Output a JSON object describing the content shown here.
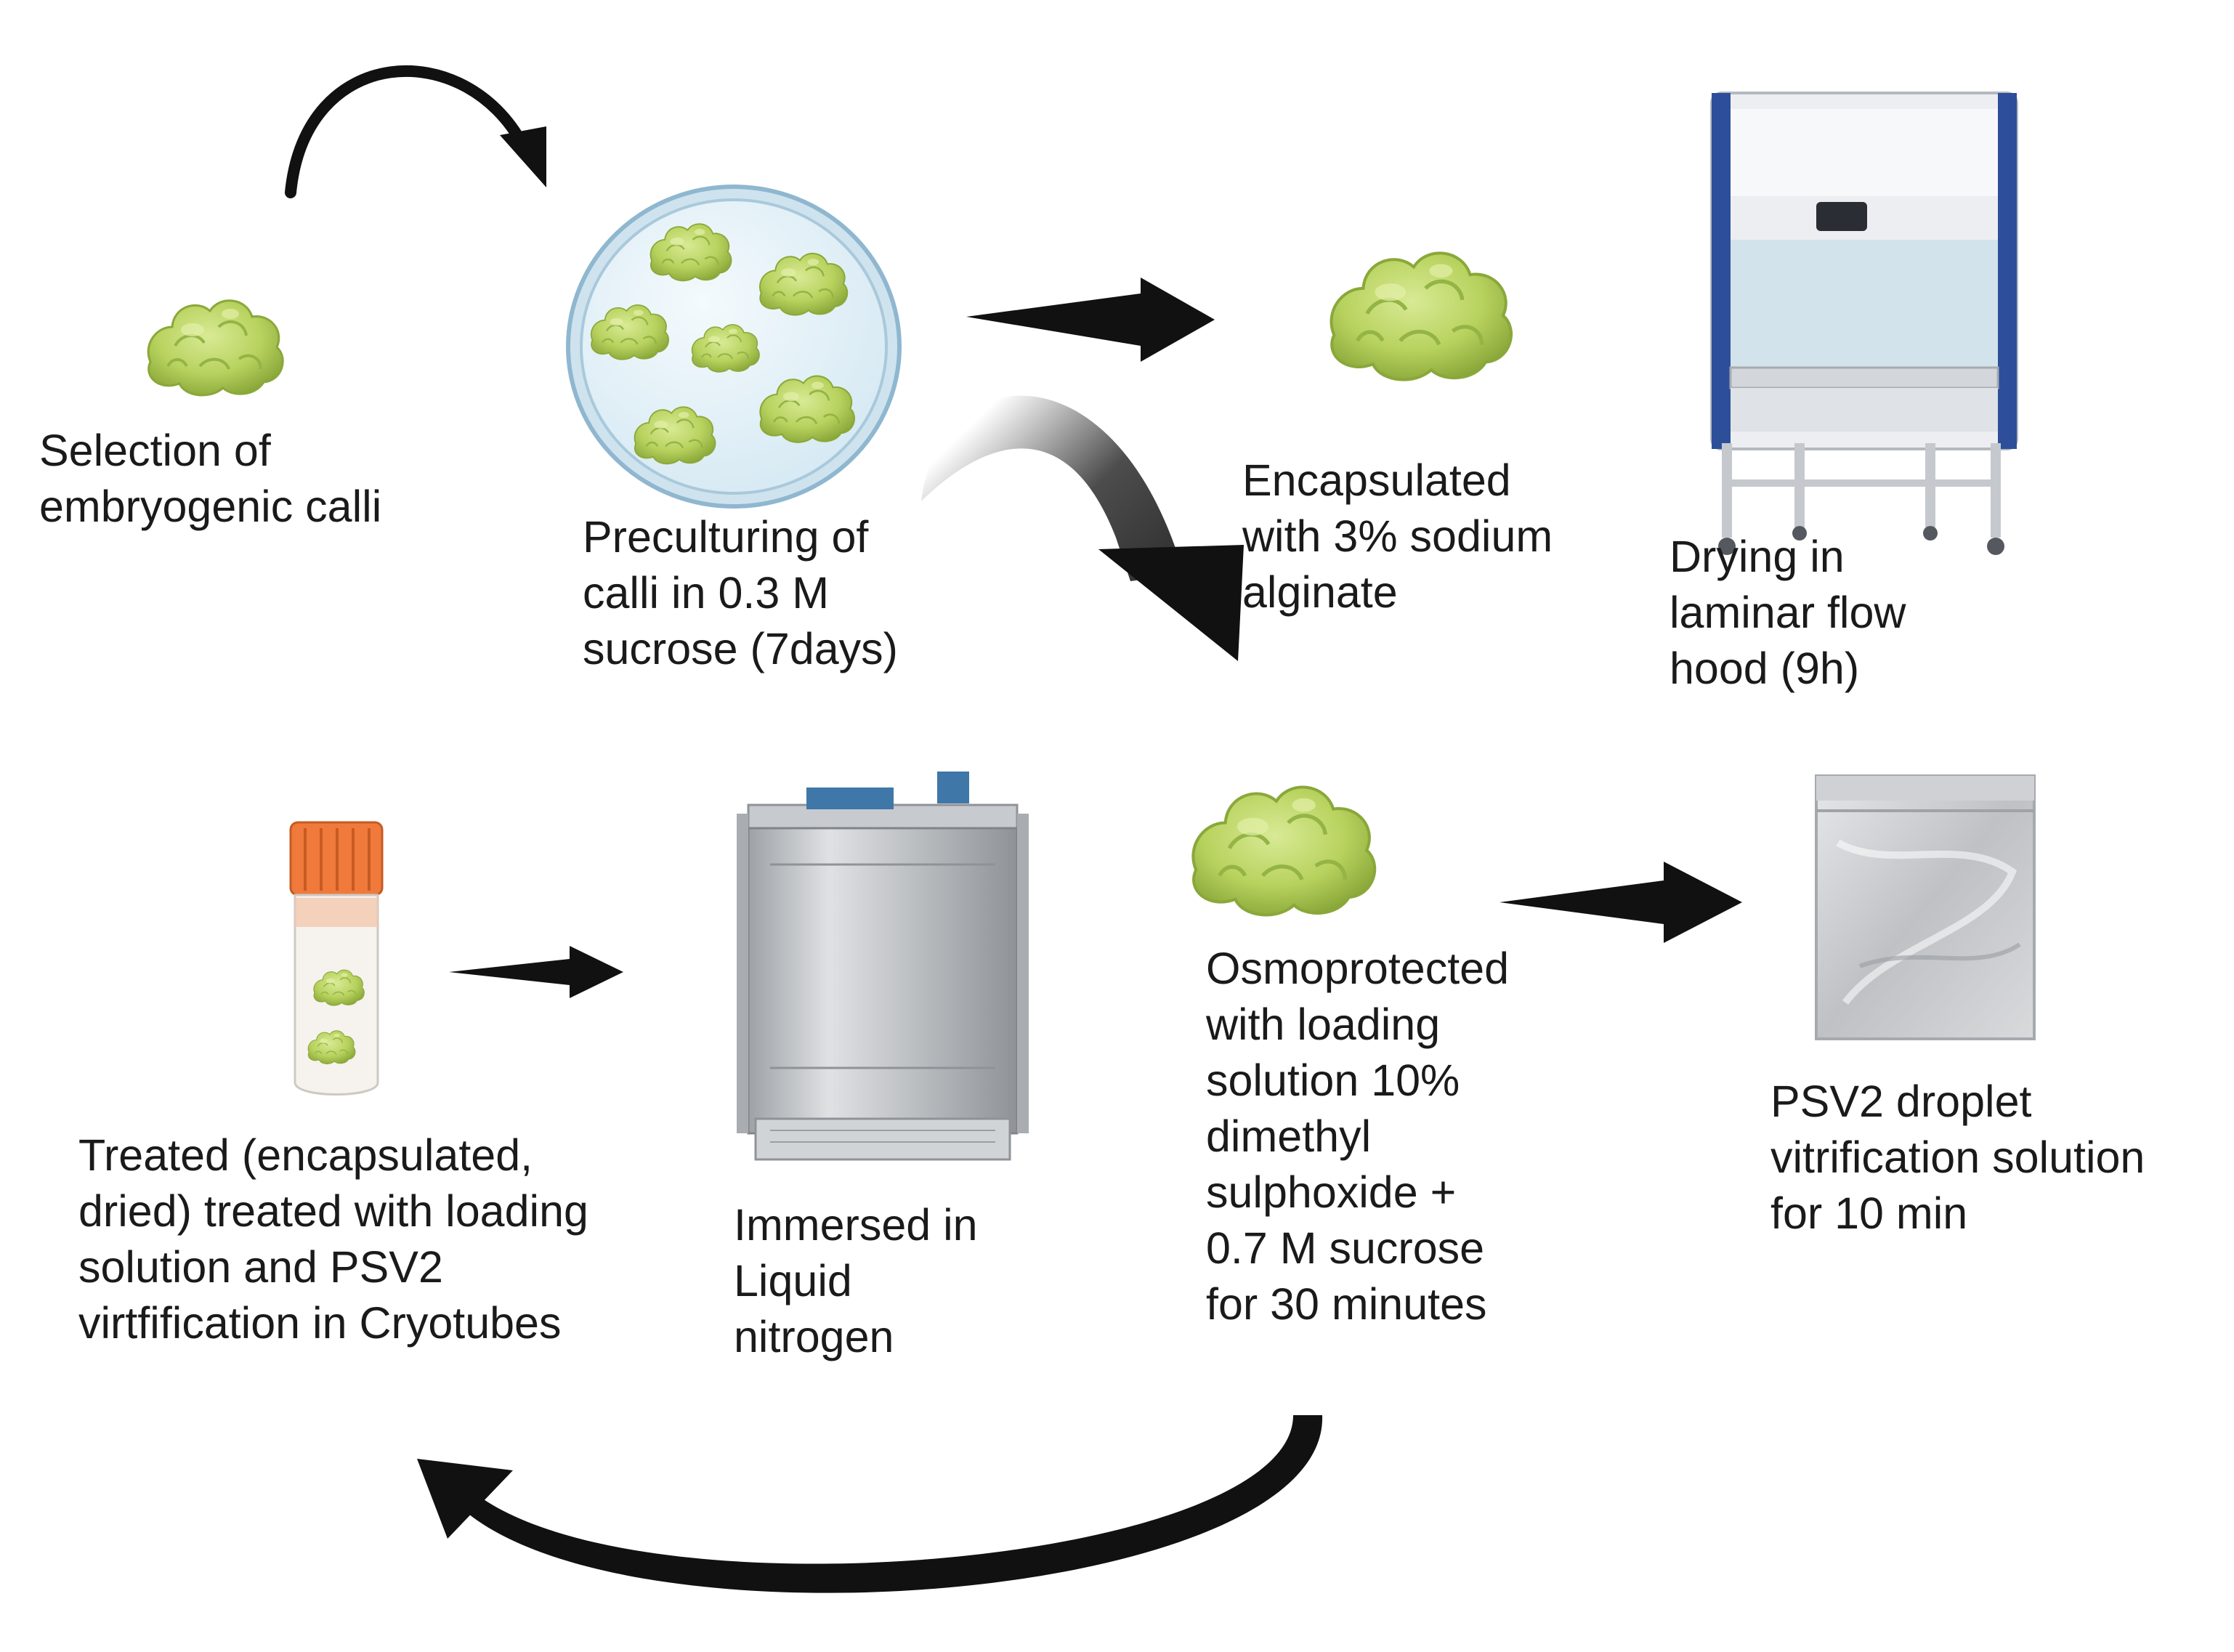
{
  "steps": [
    {
      "id": "selection",
      "lines": [
        "Selection of",
        "embryogenic calli"
      ]
    },
    {
      "id": "preculture",
      "lines": [
        "Preculturing of",
        "calli in 0.3 M",
        "sucrose (7days)"
      ]
    },
    {
      "id": "encapsulation",
      "lines": [
        "Encapsulated",
        "with 3% sodium",
        "alginate"
      ]
    },
    {
      "id": "drying",
      "lines": [
        "Drying in",
        "laminar flow",
        "hood (9h)"
      ]
    },
    {
      "id": "osmoprotection",
      "lines": [
        "Osmoprotected",
        "with loading",
        "solution 10%",
        "dimethyl",
        "sulphoxide +",
        "0.7 M sucrose",
        "for 30 minutes"
      ]
    },
    {
      "id": "psv2",
      "lines": [
        "PSV2 droplet",
        "vitrification solution",
        "for 10 min"
      ]
    },
    {
      "id": "immersion",
      "lines": [
        "Immersed in",
        "Liquid",
        "nitrogen"
      ]
    },
    {
      "id": "cryotube",
      "lines": [
        "Treated (encapsulated,",
        "dried) treated with loading",
        "solution and PSV2",
        "virtfification in Cryotubes"
      ]
    }
  ],
  "colors": {
    "callus_light": "#c9e07a",
    "callus_mid": "#a9c94e",
    "callus_dark": "#86a637",
    "arrow": "#111111",
    "dish_rim": "#8fb7cf",
    "dish_fill": "#e4f1f8",
    "hood_blue": "#2d4f9a",
    "cap_orange": "#ef7a3c",
    "steel": "#b9bcc0"
  },
  "icons": [
    "callus-icon",
    "petri-dish-icon",
    "laminar-flow-hood-icon",
    "foil-pouch-icon",
    "liquid-nitrogen-dewar-icon",
    "cryotube-icon"
  ]
}
